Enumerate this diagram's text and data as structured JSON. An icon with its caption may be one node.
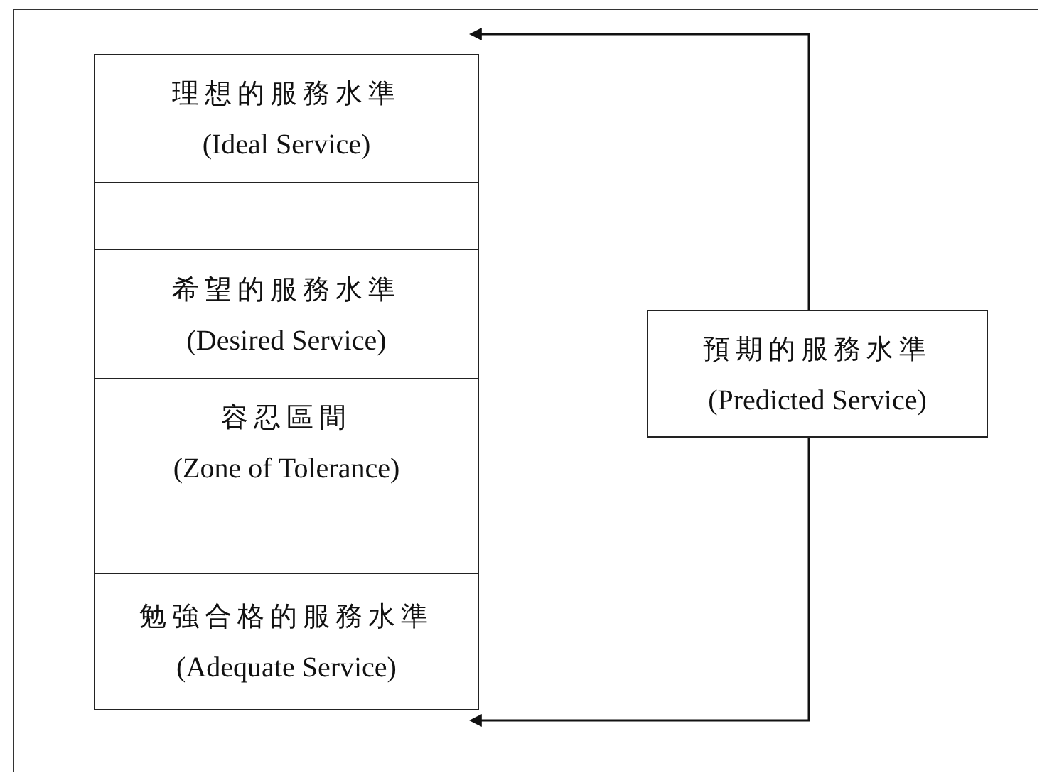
{
  "diagram": {
    "nodes": [
      {
        "text": [
          "理想的服務水準",
          "(Ideal Service)"
        ]
      },
      {
        "text": [],
        "shape": "box"
      },
      {
        "text": [
          "希望的服務水準",
          "(Desired Service)"
        ]
      },
      {
        "text": [
          "容忍區間",
          "(Zone of Tolerance)"
        ]
      },
      {
        "text": [
          "勉強合格的服務水準",
          "(Adequate Service)"
        ]
      },
      {
        "text": [
          "預期的服務水準",
          "(Predicted Service)"
        ]
      }
    ],
    "edges": [
      {
        "from": 5,
        "to": 0,
        "arrow": "to"
      },
      {
        "from": 5,
        "to": 4,
        "arrow": "to"
      }
    ]
  }
}
